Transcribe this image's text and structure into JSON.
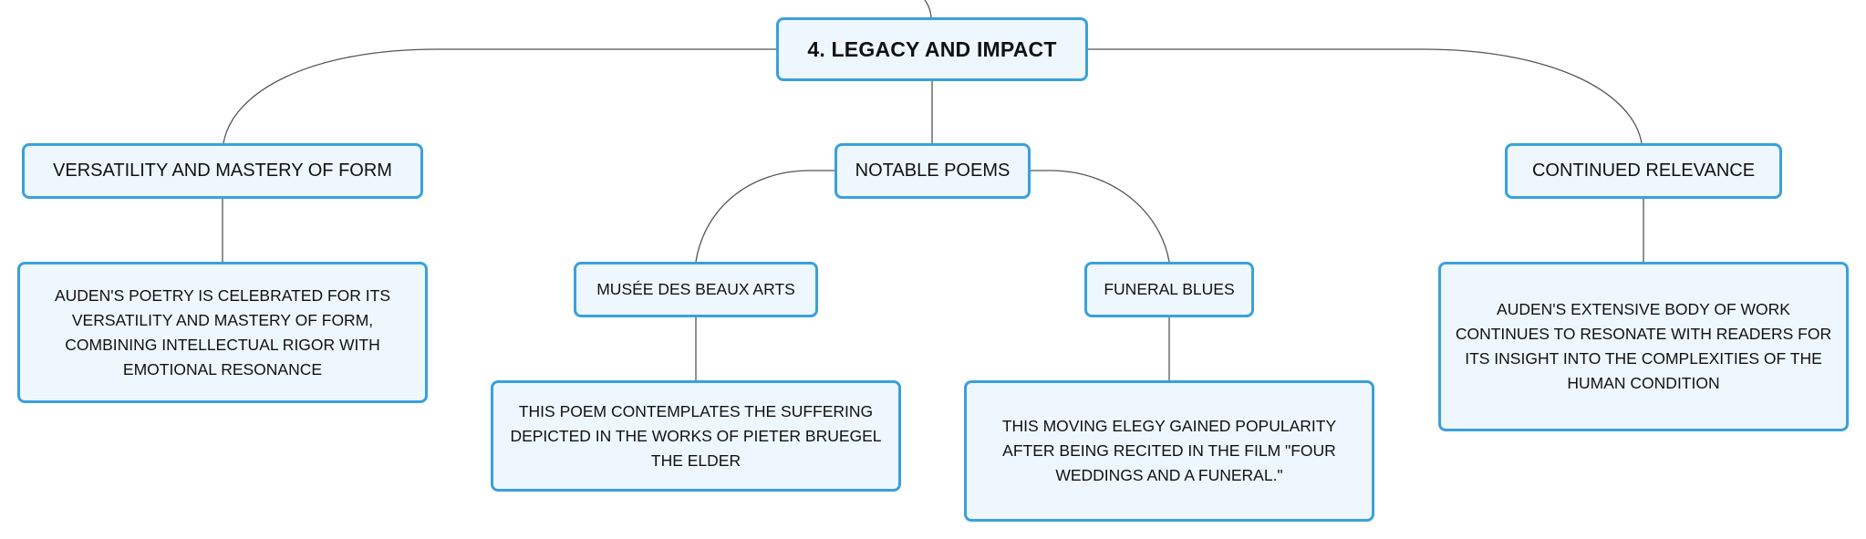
{
  "root": {
    "label": "4. LEGACY AND IMPACT"
  },
  "branches": [
    {
      "label": "VERSATILITY AND MASTERY OF FORM",
      "detail": "AUDEN'S POETRY IS CELEBRATED FOR ITS VERSATILITY AND MASTERY OF FORM, COMBINING INTELLECTUAL RIGOR WITH EMOTIONAL RESONANCE"
    },
    {
      "label": "NOTABLE POEMS",
      "children": [
        {
          "label": "MUSÉE DES BEAUX ARTS",
          "detail": "THIS POEM CONTEMPLATES THE SUFFERING DEPICTED IN THE WORKS OF PIETER BRUEGEL THE ELDER"
        },
        {
          "label": "FUNERAL BLUES",
          "detail": "THIS MOVING ELEGY GAINED POPULARITY AFTER BEING RECITED IN THE FILM \"FOUR WEDDINGS AND A FUNERAL.\""
        }
      ]
    },
    {
      "label": "CONTINUED RELEVANCE",
      "detail": "AUDEN'S EXTENSIVE BODY OF WORK CONTINUES TO RESONATE WITH READERS FOR ITS INSIGHT INTO THE COMPLEXITIES OF THE HUMAN CONDITION"
    }
  ],
  "colors": {
    "node_fill": "#eef7fd",
    "node_border": "#3aa0dc",
    "connector": "#555555",
    "text": "#111111"
  }
}
